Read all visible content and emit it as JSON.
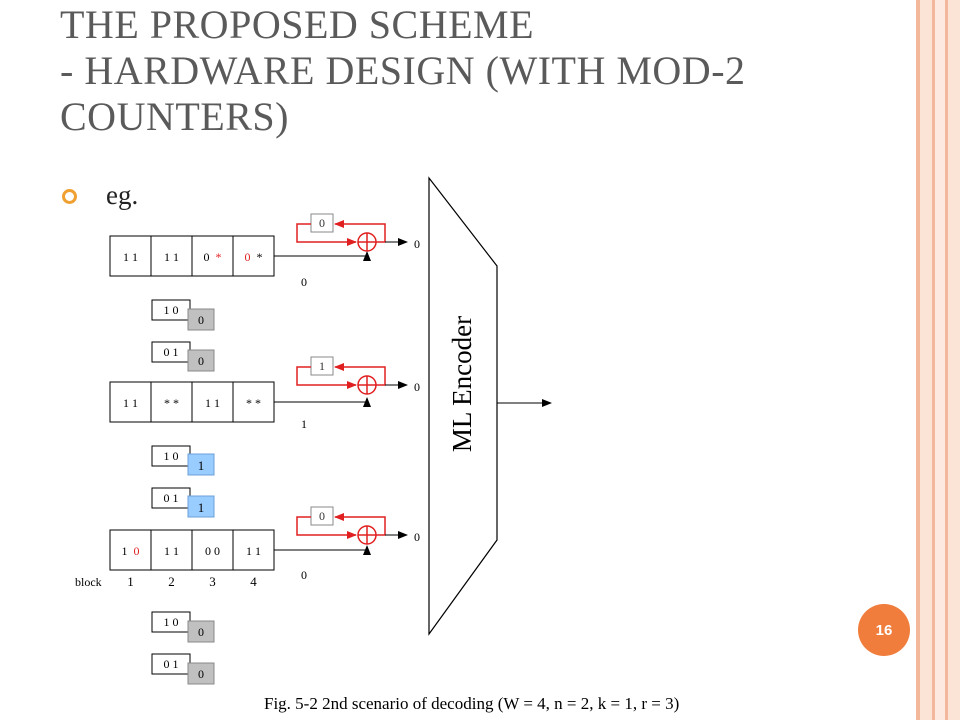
{
  "slide": {
    "title_lines": [
      "THE PROPOSED SCHEME",
      "- HARDWARE DESIGN (WITH MOD-2",
      "COUNTERS)"
    ],
    "bullet": "eg.",
    "page_number": "16",
    "caption": "Fig. 5-2  2nd scenario of decoding (W = 4, n = 2,  k = 1, r = 3)"
  },
  "colors": {
    "title": "#5a5a5a",
    "bullet_ring": "#f0a030",
    "badge": "#f07d3c",
    "accent_red": "#e02020",
    "zero_counter": "#c0c0c0",
    "one_counter": "#99ccff"
  },
  "diagram": {
    "encoder_label": "ML Encoder",
    "block_label": "block",
    "block_numbers": [
      "1",
      "2",
      "3",
      "4"
    ],
    "rows": [
      {
        "cells": [
          {
            "a": "1 1",
            "a_red": false
          },
          {
            "a": "1 1",
            "a_red": false
          },
          {
            "a": "0",
            "b": "*",
            "b_red": true
          },
          {
            "a": "0",
            "a_red": true,
            "b": "*"
          }
        ],
        "feedback_value": "0",
        "input_value": "0",
        "output_value": "0"
      },
      {
        "cells": [
          {
            "a": "1 1"
          },
          {
            "a": "* *"
          },
          {
            "a": "1 1"
          },
          {
            "a": "* *"
          }
        ],
        "feedback_value": "1",
        "input_value": "1",
        "output_value": "0"
      },
      {
        "cells": [
          {
            "a": "1",
            "b": "0",
            "b_red": true
          },
          {
            "a": "1 1"
          },
          {
            "a": "0 0"
          },
          {
            "a": "1 1"
          }
        ],
        "feedback_value": "0",
        "input_value": "0",
        "output_value": "0"
      }
    ],
    "counters": [
      {
        "label": "1 0",
        "value": "0",
        "state": "zero"
      },
      {
        "label": "0 1",
        "value": "0",
        "state": "zero"
      },
      {
        "label": "1 0",
        "value": "1",
        "state": "one"
      },
      {
        "label": "0 1",
        "value": "1",
        "state": "one"
      },
      {
        "label": "1 0",
        "value": "0",
        "state": "zero"
      },
      {
        "label": "0 1",
        "value": "0",
        "state": "zero"
      }
    ]
  }
}
